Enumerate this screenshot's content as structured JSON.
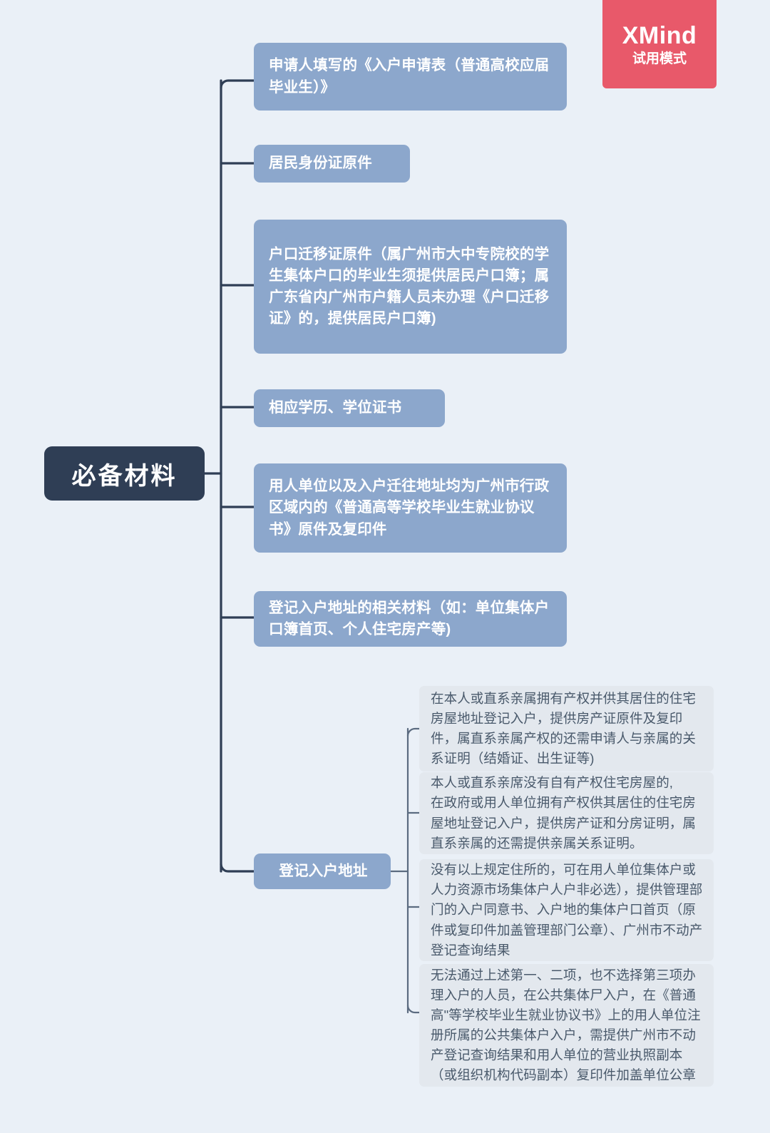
{
  "app": {
    "watermark_brand": "XMind",
    "watermark_note": "试用模式",
    "watermark_color": "#e8596a"
  },
  "theme": {
    "background": "#eaf0f7",
    "root_fill": "#2f3e55",
    "root_text": "#ffffff",
    "branch_fill": "#8ca7cc",
    "branch_text": "#ffffff",
    "leaf_fill": "#e3e8ee",
    "leaf_text": "#49596b",
    "main_connector": "#2f3e55",
    "sub_connector": "#5b6b80"
  },
  "mindmap": {
    "root": {
      "label": "必备材料"
    },
    "branches": [
      {
        "label": "申请人填写的《入户申请表（普通高校应届毕业生）》"
      },
      {
        "label": "居民身份证原件"
      },
      {
        "label": "户口迁移证原件（属广州市大中专院校的学生集体户口的毕业生须提供居民户口簿；属广东省内广州市户籍人员未办理《户口迁移证》的，提供居民户口簿)"
      },
      {
        "label": "相应学历、学位证书"
      },
      {
        "label": "用人单位以及入户迁往地址均为广州市行政区域内的《普通高等学校毕业生就业协议书》原件及复印件"
      },
      {
        "label": "登记入户地址的相关材料（如：单位集体户口簿首页、个人住宅房产等)"
      },
      {
        "label": "登记入户地址",
        "children": [
          {
            "label": "在本人或直系亲属拥有产权并供其居住的住宅房屋地址登记入户，提供房产证原件及复印件，属直系亲属产权的还需申请人与亲属的关系证明（结婚证、出生证等)"
          },
          {
            "label": "本人或直系亲席没有自有产权住宅房屋的,\n在政府或用人单位拥有产权供其居住的住宅房屋地址登记入户，提供房产证和分房证明，属直系亲属的还需提供亲属关系证明。"
          },
          {
            "label": "没有以上规定住所的，可在用人单位集体户或人力资源市场集体户人户非必选），提供管理部门的入户同意书、入户地的集体户口首页（原件或复印件加盖管理部门公章）、广州市不动产登记查询结果"
          },
          {
            "label": "无法通过上述第一、二项，也不选择第三项办理入户的人员，在公共集体尸入户，在《普通高\"等学校毕业生就业协议书》上的用人单位注册所属的公共集体户入户，需提供广州市不动产登记查询结果和用人单位的营业执照副本（或组织机构代码副本）复印件加盖单位公章"
          }
        ]
      }
    ]
  }
}
